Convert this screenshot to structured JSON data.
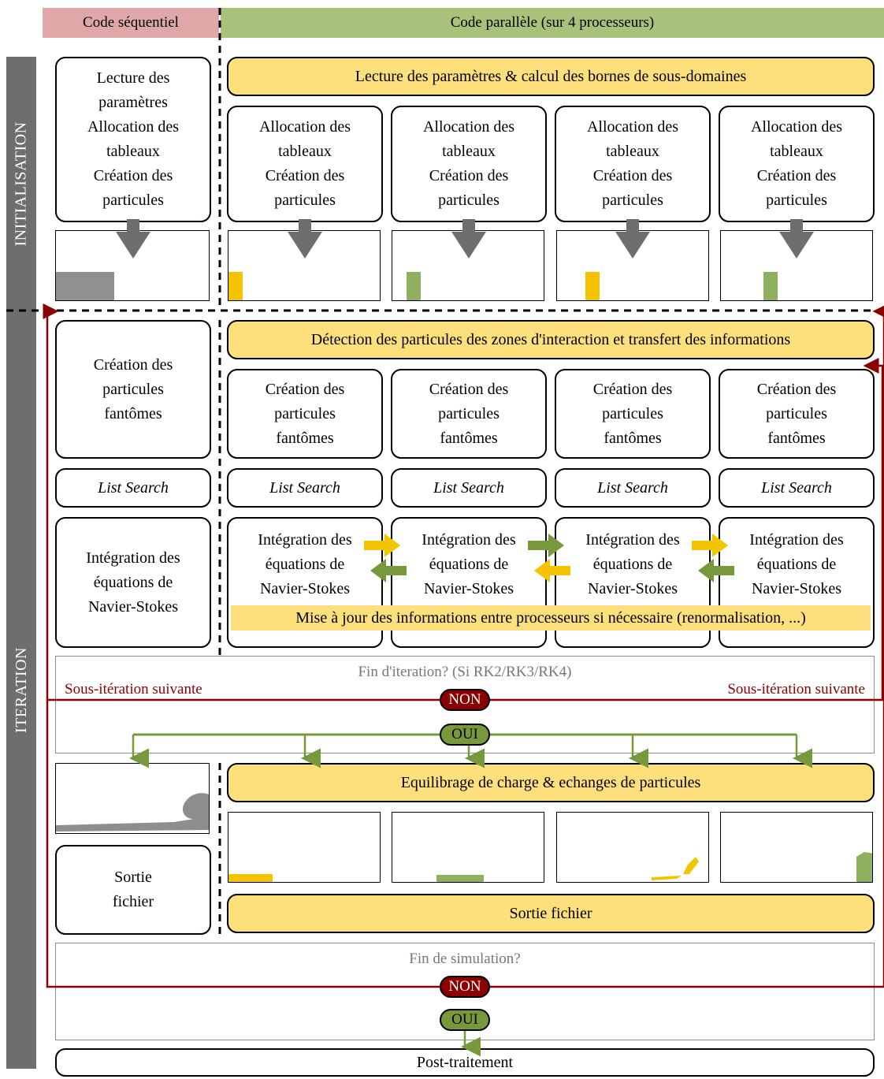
{
  "header": {
    "sequential": "Code séquentiel",
    "parallel": "Code parallèle (sur 4 processeurs)",
    "sequential_color": "#dfa7a7",
    "parallel_color": "#a9c27b"
  },
  "sidebar": {
    "init": "INITIALISATION",
    "iter": "ITERATION"
  },
  "init": {
    "seq_box": "Lecture des\nparamètres\nAllocation des\ntableaux\nCréation des\nparticules",
    "par_header": "Lecture des paramètres & calcul des bornes de sous-domaines",
    "par_box": "Allocation des\ntableaux\nCréation des\nparticules"
  },
  "iteration": {
    "detect": "Détection des particules des zones d'interaction et transfert des informations",
    "ghost": "Création des\nparticules\nfantômes",
    "list_search": "List Search",
    "integration_seq": "Intégration des\néquations de\nNavier-Stokes",
    "integration_par": "Intégration des\néquations de\nNavier-Stokes",
    "update": "Mise à jour des informations entre processeurs si nécessaire (renormalisation, ...)",
    "end_iter": "Fin d'iteration? (Si RK2/RK3/RK4)",
    "sub_iter": "Sous-itération suivante",
    "non": "NON",
    "oui": "OUI",
    "balancing": "Equilibrage de charge & echanges de particules",
    "output_seq": "Sortie\nfichier",
    "output_par": "Sortie fichier",
    "end_sim": "Fin de simulation?",
    "post": "Post-traitement"
  },
  "colors": {
    "yellow_fill": "#fde07c",
    "particle_yellow": "#f5c400",
    "particle_green": "#8fb05e",
    "red": "#8b0000",
    "green": "#77993c",
    "gray_arrow": "#6e6e6e"
  }
}
